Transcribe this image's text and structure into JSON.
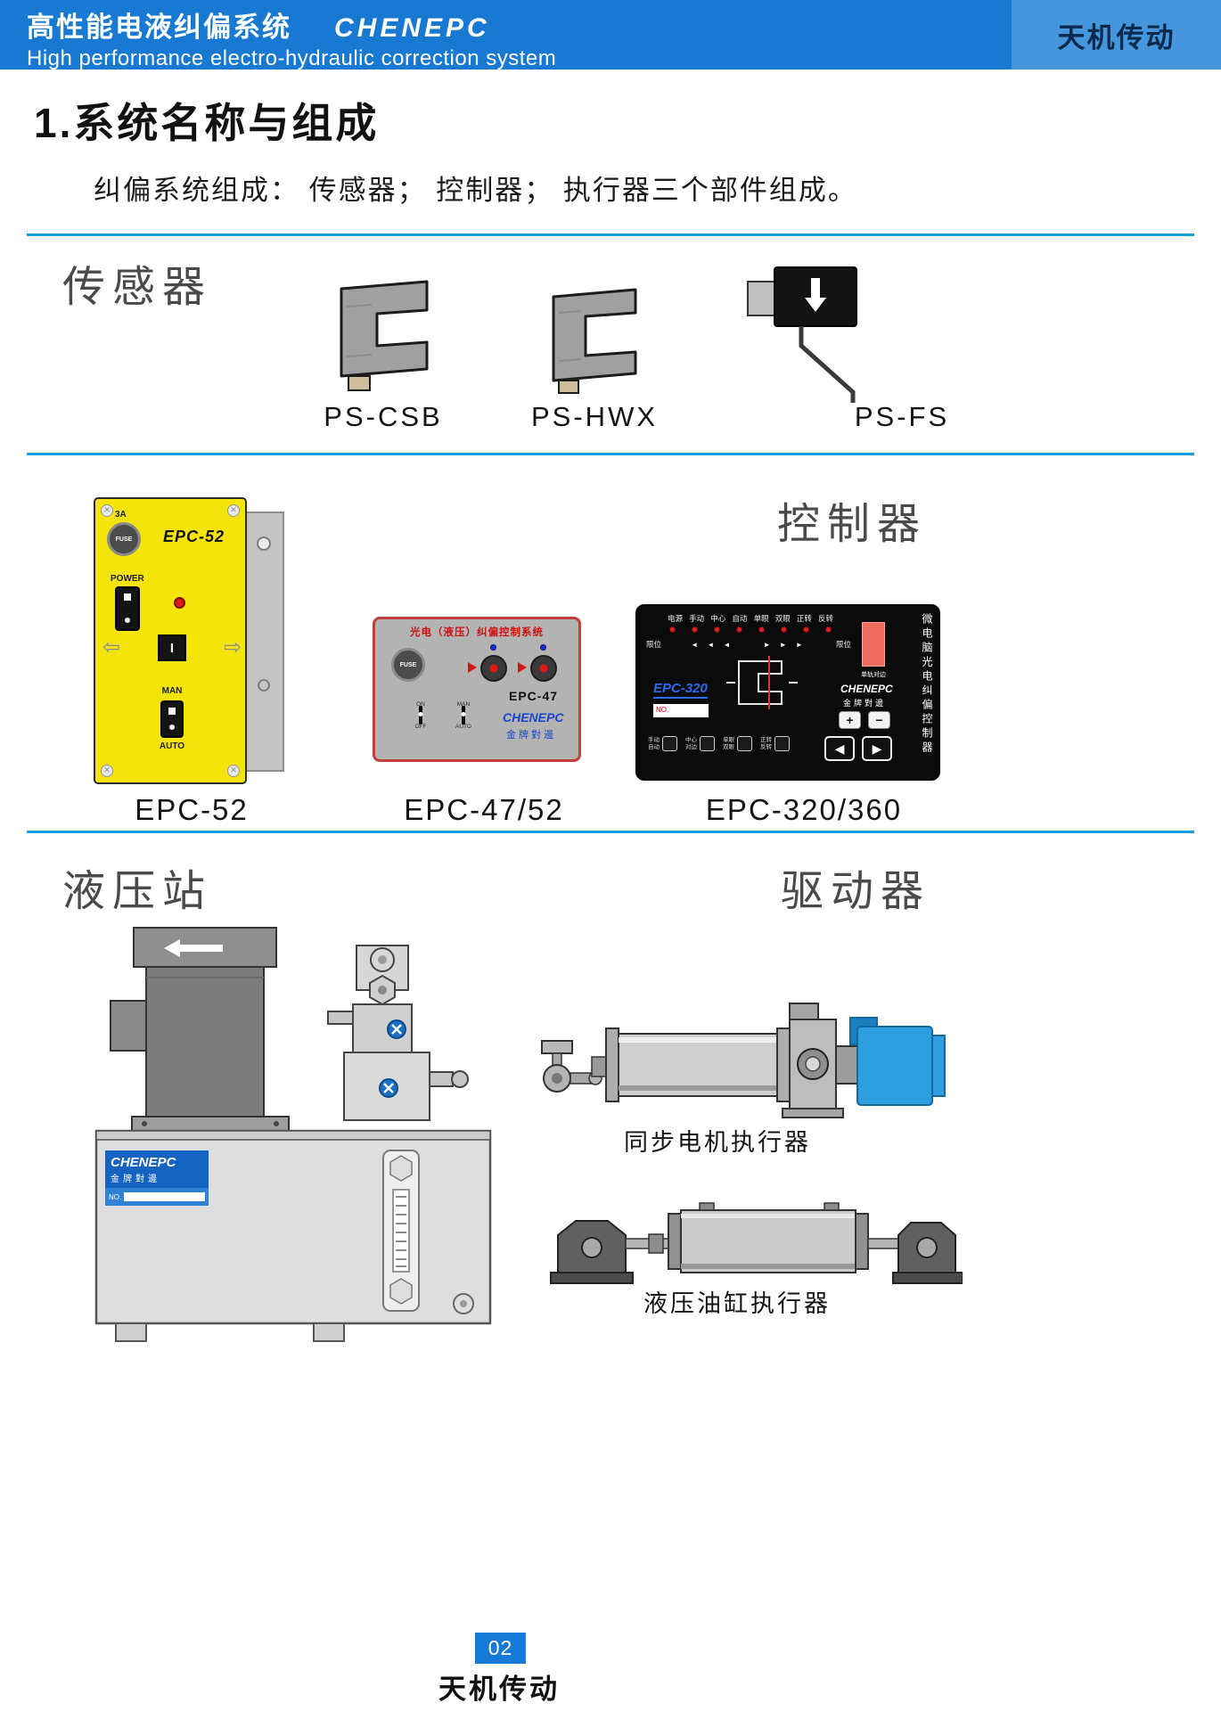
{
  "header": {
    "title_cn": "高性能电液纠偏系统",
    "brand": "CHENEPC",
    "subtitle_en": "High performance electro-hydraulic correction system",
    "right_brand": "天机传动"
  },
  "intro": {
    "heading": "1.系统名称与组成",
    "description": "纠偏系统组成： 传感器； 控制器； 执行器三个部件组成。"
  },
  "sensors": {
    "label": "传感器",
    "items": [
      {
        "name": "PS-CSB"
      },
      {
        "name": "PS-HWX"
      },
      {
        "name": "PS-FS"
      }
    ]
  },
  "controllers": {
    "label": "控制器",
    "epc52": {
      "caption": "EPC-52",
      "fuse_rating": "3A",
      "fuse": "FUSE",
      "model": "EPC-52",
      "power": "POWER",
      "arrow_left": "⇦",
      "arrow_right": "⇨",
      "switch_glyph": "I",
      "man": "MAN",
      "auto": "AUTO"
    },
    "epc47": {
      "caption": "EPC-47/52",
      "title": "光电（液压）纠偏控制系统",
      "fuse": "FUSE",
      "model": "EPC-47",
      "brand": "CHENEPC",
      "brand_cn": "金牌對邊",
      "sw1_top": "ON",
      "sw1_bottom": "OFF",
      "sw2_top": "MAN",
      "sw2_bottom": "AUTO"
    },
    "epc320": {
      "caption": "EPC-320/360",
      "led_labels": [
        "电源",
        "手动",
        "中心",
        "自动",
        "单眼",
        "双眼",
        "正转",
        "反转"
      ],
      "limit_left": "限位",
      "arrows_left": "◄ ◄ ◄",
      "arrows_right": "► ► ►",
      "limit_right": "限位",
      "model": "EPC-320",
      "no_label": "NO.",
      "slider_label": "单轨对边",
      "brand": "CHENEPC",
      "brand_cn": "金牌對邊",
      "plus": "+",
      "minus": "−",
      "side_text": "微电脑光电纠偏控制器",
      "buttons": [
        {
          "l1": "手动",
          "l2": "自动"
        },
        {
          "l1": "中心",
          "l2": "对边"
        },
        {
          "l1": "单眼",
          "l2": "双眼"
        },
        {
          "l1": "正转",
          "l2": "反转"
        }
      ],
      "arrow_left": "◀",
      "arrow_right": "▶"
    }
  },
  "hydraulic": {
    "label": "液压站",
    "tag_brand": "CHENEPC",
    "tag_brand_cn": "金牌對邊",
    "tag_no": "NO."
  },
  "actuators": {
    "label": "驱动器",
    "items": [
      {
        "caption": "同步电机执行器"
      },
      {
        "caption": "液压油缸执行器"
      }
    ]
  },
  "footer": {
    "page": "02",
    "brand": "天机传动"
  }
}
